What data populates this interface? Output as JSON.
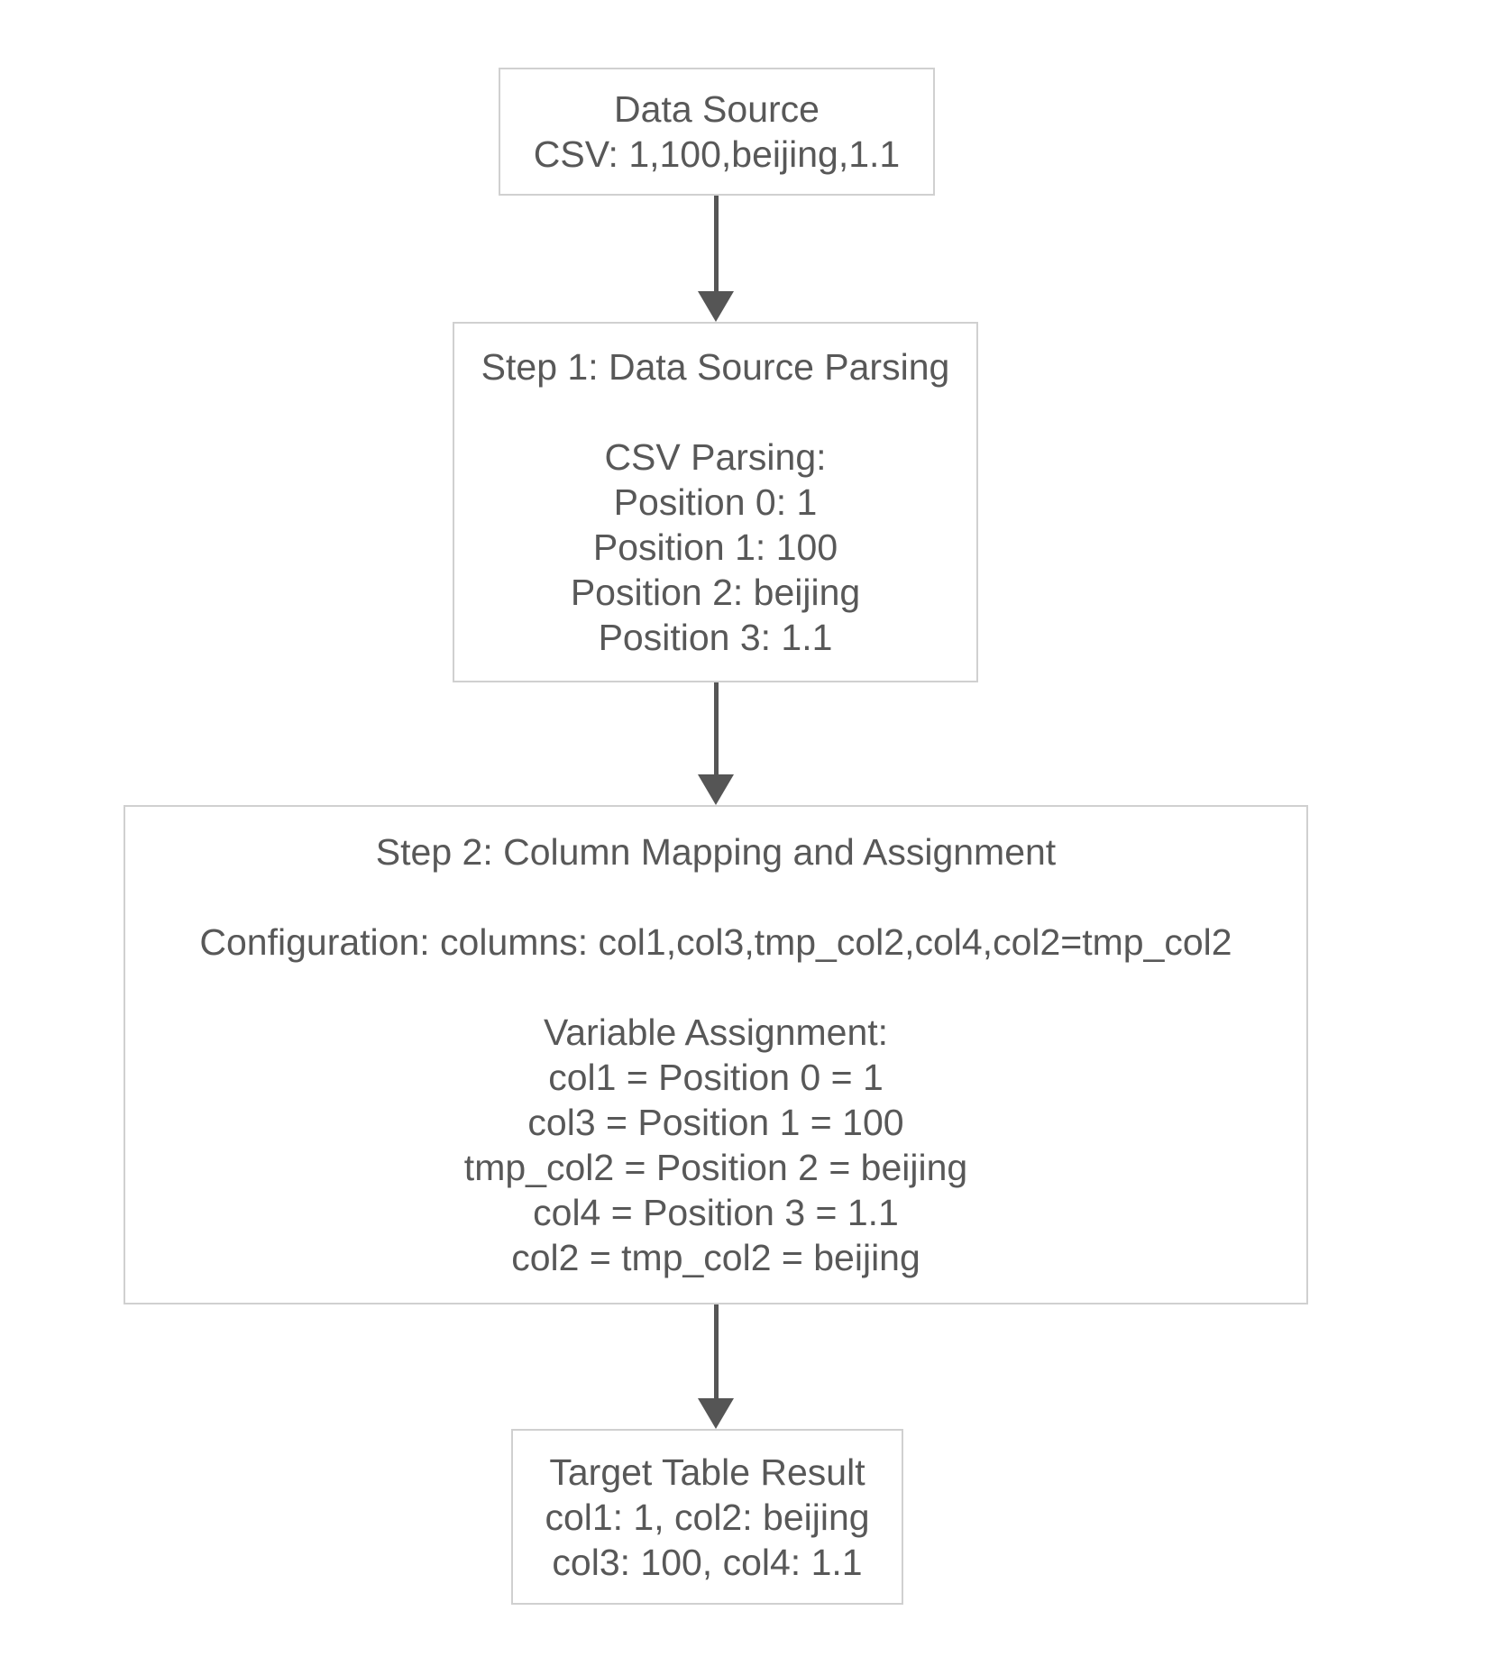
{
  "colors": {
    "background": "#ffffff",
    "box_fill": "#ffffff",
    "box_border": "#d0d0d0",
    "text": "#585858",
    "arrow": "#555555"
  },
  "nodes": [
    {
      "id": "data-source",
      "lines": [
        "Data Source",
        "CSV: 1,100,beijing,1.1"
      ]
    },
    {
      "id": "step1-parsing",
      "lines": [
        "Step 1: Data Source Parsing",
        "",
        "CSV Parsing:",
        "Position 0: 1",
        "Position 1: 100",
        "Position 2: beijing",
        "Position 3: 1.1"
      ]
    },
    {
      "id": "step2-mapping",
      "lines": [
        "Step 2: Column Mapping and Assignment",
        "",
        "Configuration: columns: col1,col3,tmp_col2,col4,col2=tmp_col2",
        "",
        "Variable Assignment:",
        "col1 = Position 0 = 1",
        "col3 = Position 1 = 100",
        "tmp_col2 = Position 2 = beijing",
        "col4 = Position 3 = 1.1",
        "col2 = tmp_col2 = beijing"
      ]
    },
    {
      "id": "target-result",
      "lines": [
        "Target Table Result",
        "col1: 1, col2: beijing",
        "col3: 100, col4: 1.1"
      ]
    }
  ]
}
